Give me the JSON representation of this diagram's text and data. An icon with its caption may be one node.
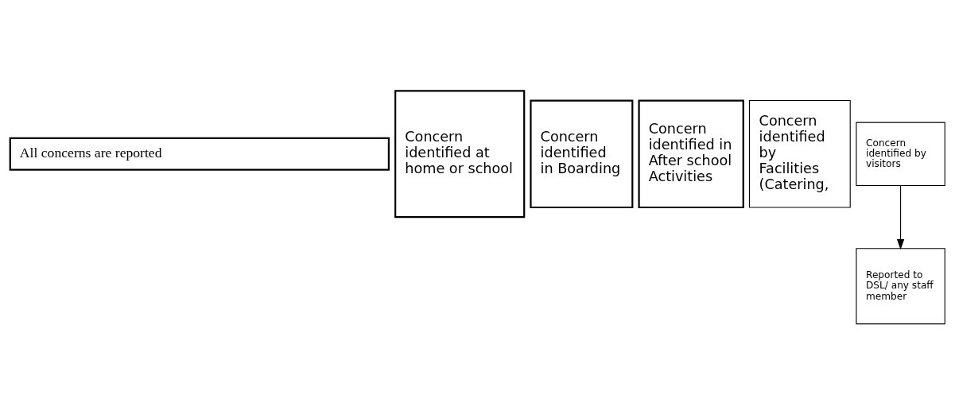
{
  "diagram": {
    "nodes": [
      {
        "text": [
          "All concerns are reported"
        ]
      },
      {
        "text": [
          "Concern identified at home or school"
        ]
      },
      {
        "text": [
          "Concern identified in Boarding"
        ]
      },
      {
        "text": [
          "Concern identified in After school Activities"
        ]
      },
      {
        "text": [
          "Concern identified by Facilities (Catering,"
        ]
      },
      {
        "text": [
          "Concern identified by visitors"
        ]
      },
      {
        "text": [
          "Reported to DSL/ any staff member"
        ]
      }
    ],
    "edges": [
      {
        "from": 5,
        "to": 6,
        "arrow": "to"
      }
    ]
  }
}
